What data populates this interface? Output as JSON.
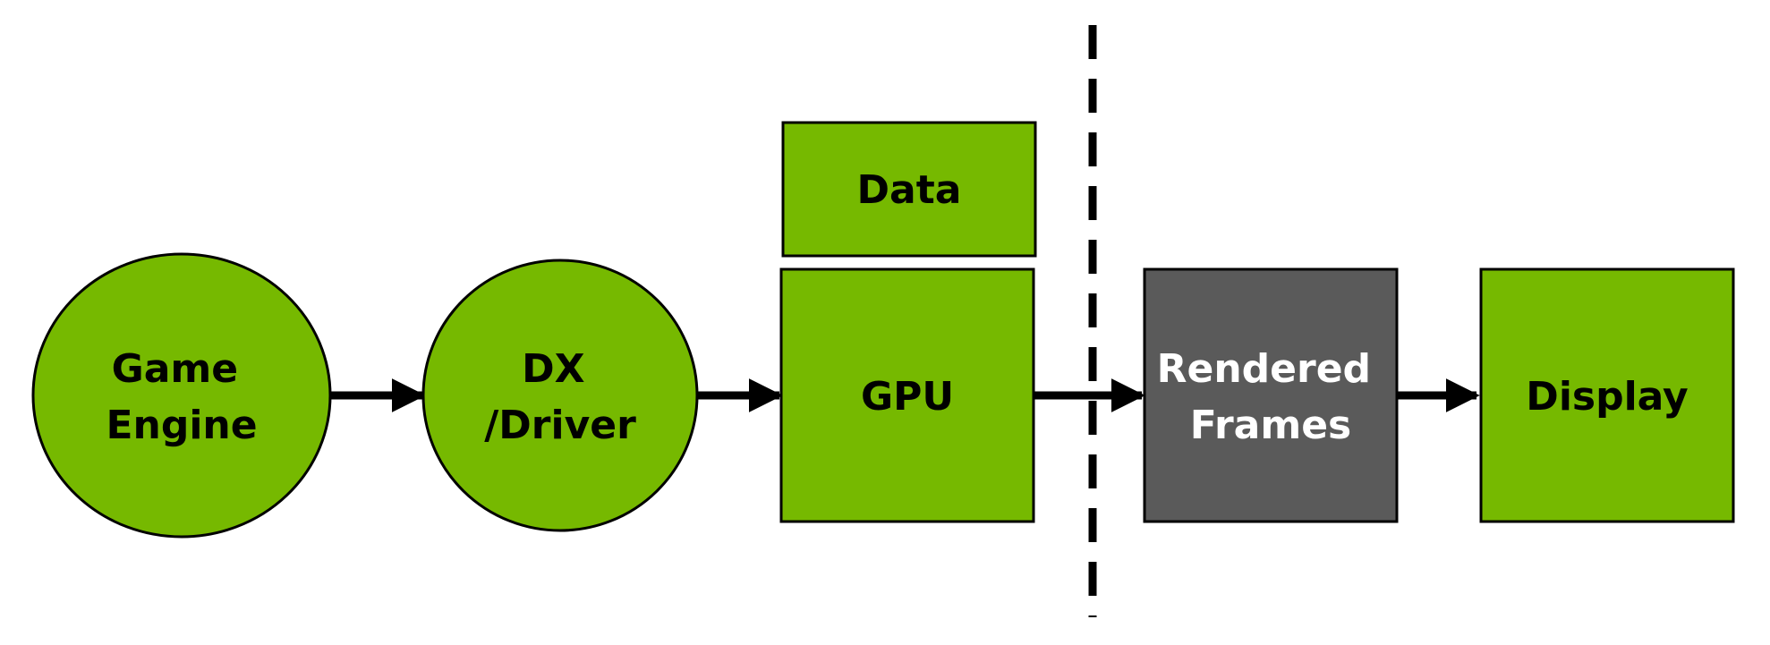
{
  "colors": {
    "green": "#76B900",
    "dark": "#5A5A5A",
    "black": "#000000",
    "white": "#FFFFFF"
  },
  "nodes": {
    "game_engine": {
      "line1": "Game",
      "line2": "Engine"
    },
    "dx_driver": {
      "line1": "DX",
      "line2": "/Driver"
    },
    "data": {
      "label": "Data"
    },
    "gpu": {
      "label": "GPU"
    },
    "rendered_frames": {
      "line1": "Rendered",
      "line2": "Frames"
    },
    "display": {
      "label": "Display"
    }
  }
}
